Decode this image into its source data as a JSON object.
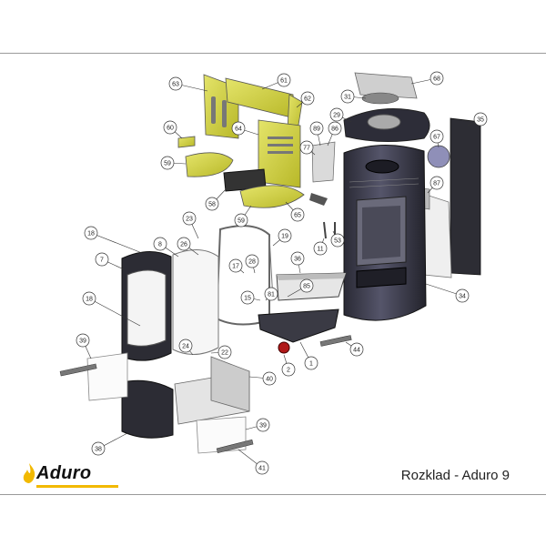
{
  "brand": {
    "name": "Aduro",
    "accent": "#f2b900"
  },
  "caption": "Rozklad - Aduro 9",
  "colors": {
    "liner": "#d4d43a",
    "steel": "#3c3c4a",
    "glass": "#f2f2f2",
    "callout": "#333333"
  },
  "callouts": [
    "63",
    "61",
    "62",
    "68",
    "31",
    "29",
    "35",
    "60",
    "64",
    "89",
    "86",
    "67",
    "59",
    "77",
    "87",
    "58",
    "65",
    "59",
    "23",
    "26",
    "8",
    "18",
    "19",
    "11",
    "53",
    "17",
    "28",
    "36",
    "7",
    "85",
    "81",
    "15",
    "34",
    "18",
    "39",
    "24",
    "22",
    "2",
    "1",
    "44",
    "40",
    "39",
    "38",
    "41"
  ]
}
